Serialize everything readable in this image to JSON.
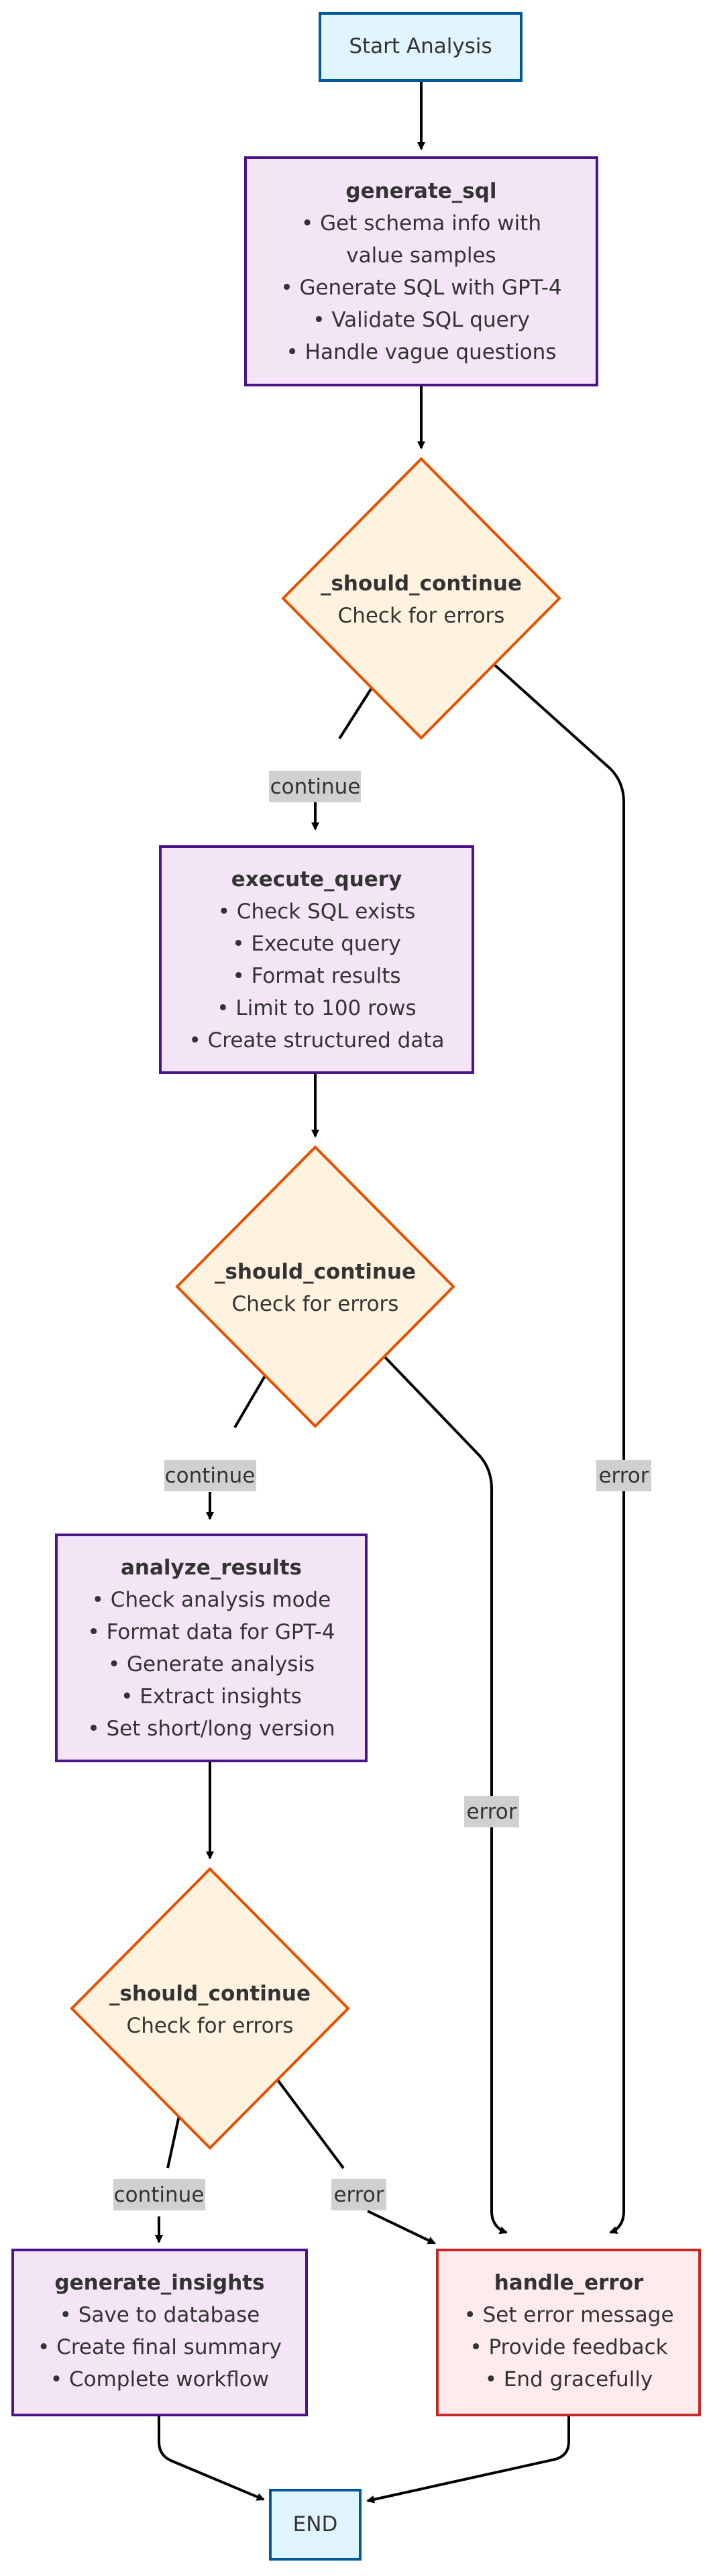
{
  "nodes": {
    "start": {
      "label": "Start Analysis"
    },
    "generate_sql": {
      "title": "generate_sql",
      "lines": [
        "• Get schema info with",
        "value samples",
        "• Generate SQL with GPT-4",
        "• Validate SQL query",
        "• Handle vague questions"
      ]
    },
    "check1": {
      "title": "_should_continue",
      "subtitle": "Check for errors"
    },
    "execute_query": {
      "title": "execute_query",
      "lines": [
        "• Check SQL exists",
        "• Execute query",
        "• Format results",
        "• Limit to 100 rows",
        "• Create structured data"
      ]
    },
    "check2": {
      "title": "_should_continue",
      "subtitle": "Check for errors"
    },
    "analyze_results": {
      "title": "analyze_results",
      "lines": [
        "• Check analysis mode",
        "• Format data for GPT-4",
        "• Generate analysis",
        "• Extract insights",
        "• Set short/long version"
      ]
    },
    "check3": {
      "title": "_should_continue",
      "subtitle": "Check for errors"
    },
    "generate_insights": {
      "title": "generate_insights",
      "lines": [
        "• Save to database",
        "• Create final summary",
        "• Complete workflow"
      ]
    },
    "handle_error": {
      "title": "handle_error",
      "lines": [
        "• Set error message",
        "• Provide feedback",
        "• End gracefully"
      ]
    },
    "end": {
      "label": "END"
    }
  },
  "edge_labels": {
    "continue1": "continue",
    "continue2": "continue",
    "continue3": "continue",
    "error1": "error",
    "error2": "error",
    "error3": "error"
  },
  "colors": {
    "terminal_fill": "#e1f5fe",
    "terminal_stroke": "#01579b",
    "process_fill": "#f3e5f5",
    "process_stroke": "#4a148c",
    "decision_fill": "#fff3e0",
    "decision_stroke": "#e65100",
    "error_fill": "#ffebee",
    "error_stroke": "#c62828",
    "edge": "#000000",
    "label_bg": "#d0d0d0"
  }
}
